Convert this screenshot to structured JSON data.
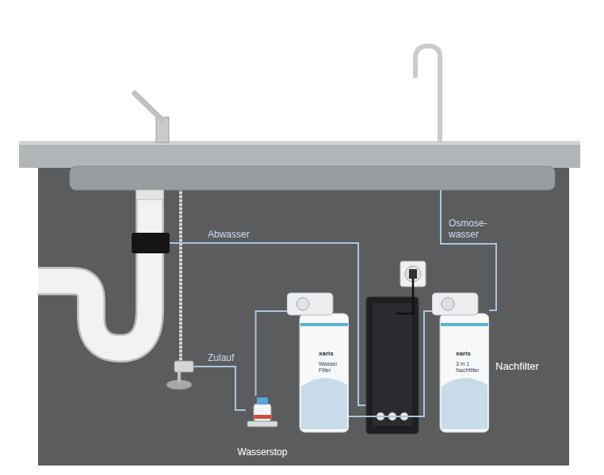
{
  "diagram": {
    "nodes": [
      {
        "text": [
          "Wasserstop"
        ]
      },
      {
        "text": [
          "xaris",
          "Wasser Filter"
        ]
      },
      {
        "text": [
          "xaris",
          "3 in 1 Nachfilter",
          "Nachfilter"
        ]
      }
    ],
    "edges": [
      {
        "from": 0,
        "to": 1,
        "arrow": "none"
      },
      {
        "from": 1,
        "to": 2,
        "arrow": "none"
      }
    ],
    "labels": [
      "Abwasser",
      "Osmose- wasser",
      "Zulauf"
    ]
  }
}
